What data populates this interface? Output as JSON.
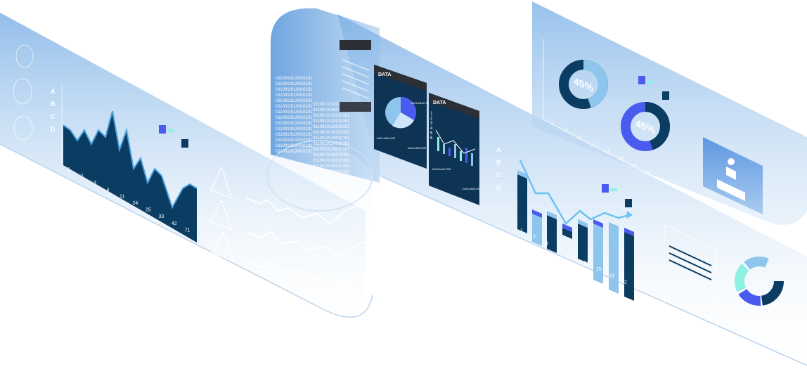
{
  "colors": {
    "navy": "#0b3c62",
    "mid_blue": "#1f6fb2",
    "light_blue": "#8ec5ec",
    "violet_blue": "#4a5cf0",
    "aqua": "#8ff0e4",
    "band_top": "#7fb2e6",
    "band_bottom": "#ffffff",
    "dark_panel": "#0d3355",
    "panel_header": "#2b2f36"
  },
  "left_panel": {
    "row_labels": [
      "A",
      "B",
      "C",
      "D"
    ],
    "x_ticks": [
      "1",
      "2",
      "3",
      "4",
      "11",
      "24",
      "25",
      "33",
      "42",
      "71"
    ]
  },
  "data_panel_left": {
    "title": "DATA",
    "pie_label": "DATA ANALYSIS",
    "footer_left": "DATA ANALYSIS",
    "footer_right": "DATA ANALYSIS"
  },
  "data_panel_right": {
    "title": "DATA",
    "row_numbers": [
      "1",
      "2",
      "3",
      "4",
      "5",
      "6"
    ],
    "footer_left": "DATA ANALYSIS",
    "footer_right": "DATA ANALYSIS"
  },
  "binary_text": "0110010110010101",
  "middle_panel": {
    "row_labels": [
      "A",
      "B",
      "C",
      "D"
    ],
    "x_ticks": [
      "1",
      "2",
      "3",
      "4",
      "11",
      "24",
      "25",
      "33",
      "42",
      "71"
    ]
  },
  "top_right_panel": {
    "donut_a_label": "45%",
    "donut_b_label": "45%",
    "x_ticks": [
      "1",
      "2",
      "3",
      "4",
      "11",
      "24",
      "25",
      "33",
      "42",
      "71"
    ]
  },
  "progress_donut_a": 0.45,
  "progress_donut_b": 0.45
}
